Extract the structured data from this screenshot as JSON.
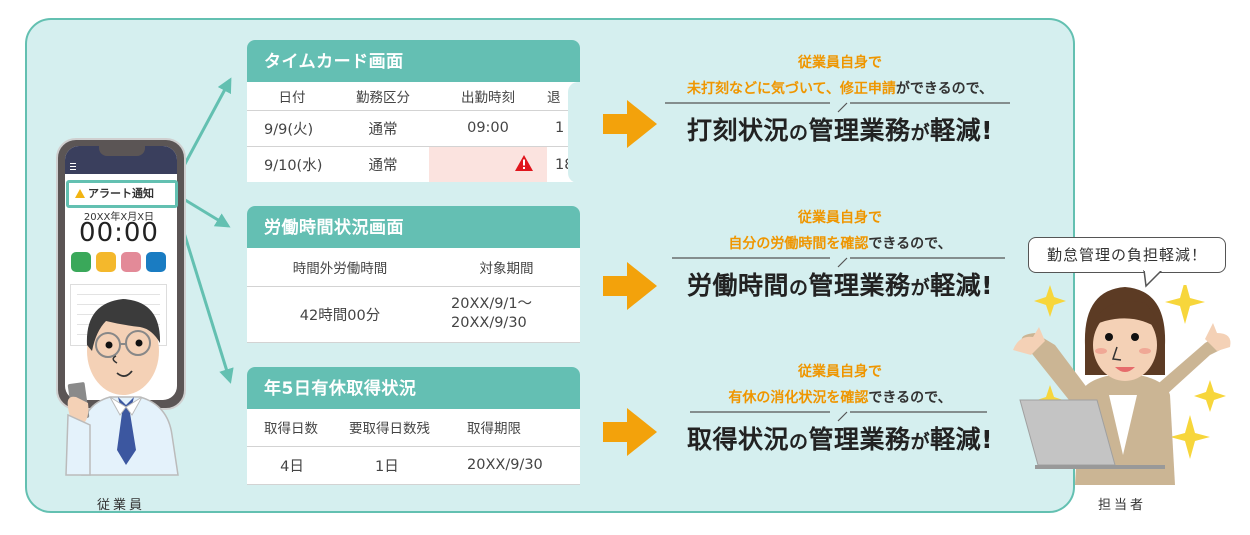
{
  "employee": {
    "label": "従業員",
    "phone": {
      "alert_label": "アラート通知",
      "date": "20XX年X月X日",
      "time": "00:00",
      "buttons": [
        {
          "color": "#3aa85a"
        },
        {
          "color": "#f4b82c"
        },
        {
          "color": "#e38a98"
        },
        {
          "color": "#1a7cc2"
        }
      ]
    }
  },
  "cards": {
    "timecard": {
      "title": "タイムカード画面",
      "headers": [
        "日付",
        "勤務区分",
        "出勤時刻",
        "退"
      ],
      "rows": [
        {
          "date": "9/9(火)",
          "type": "通常",
          "clock_in": "09:00",
          "clock_out": "1"
        },
        {
          "date": "9/10(水)",
          "type": "通常",
          "clock_in": "",
          "clock_out": "18",
          "alert": true
        }
      ]
    },
    "worktime": {
      "title": "労働時間状況画面",
      "headers": [
        "時間外労働時間",
        "対象期間"
      ],
      "overtime": "42時間00分",
      "period_line1": "20XX/9/1〜",
      "period_line2": "20XX/9/30"
    },
    "leave": {
      "title": "年5日有休取得状況",
      "headers": [
        "取得日数",
        "要取得日数残",
        "取得期限"
      ],
      "row": {
        "taken": "4日",
        "remaining": "1日",
        "deadline": "20XX/9/30"
      }
    }
  },
  "messages": [
    {
      "line1": "従業員自身で",
      "line2_highlight": "未打刻などに気づいて、修正申請",
      "line2_rest": "ができるので、",
      "big_a": "打刻状況",
      "big_b": "の",
      "big_c": "管理業務",
      "big_d": "が",
      "big_e": "軽減!"
    },
    {
      "line1": "従業員自身で",
      "line2_highlight": "自分の労働時間を確認",
      "line2_rest": "できるので、",
      "big_a": "労働時間",
      "big_b": "の",
      "big_c": "管理業務",
      "big_d": "が",
      "big_e": "軽減!"
    },
    {
      "line1": "従業員自身で",
      "line2_highlight": "有休の消化状況を確認",
      "line2_rest": "できるので、",
      "big_a": "取得状況",
      "big_b": "の",
      "big_c": "管理業務",
      "big_d": "が",
      "big_e": "軽減!"
    }
  ],
  "manager": {
    "label": "担当者",
    "speech": "勤怠管理の負担軽減！"
  },
  "colors": {
    "panel_bg": "#d5efef",
    "teal": "#64bfb3",
    "orange": "#f3a20b",
    "alert_red": "#e0161d",
    "alert_cell": "#fbe3df"
  }
}
